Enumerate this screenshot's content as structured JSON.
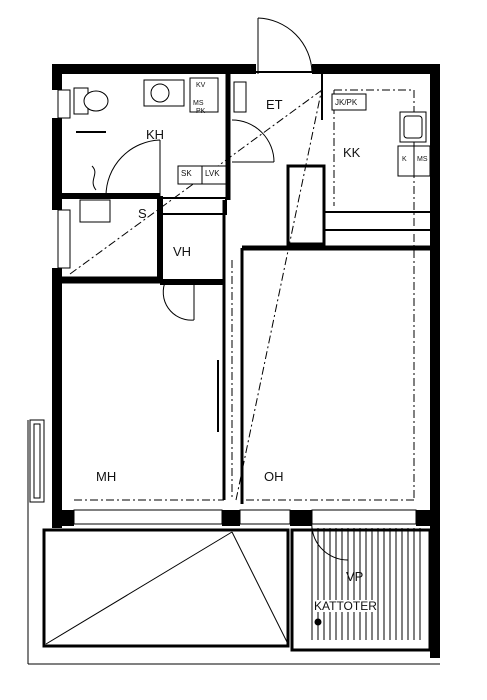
{
  "floorplan": {
    "rooms": {
      "kitchen": "KK",
      "entrance": "ET",
      "bathroom": "KH",
      "sauna": "S",
      "wardrobe": "VH",
      "bedroom": "MH",
      "living_room": "OH",
      "balcony": "VP"
    },
    "labels": {
      "roof_terrace": "KATTOTER",
      "sk": "SK",
      "lvk": "LVK",
      "jk_pk": "JK/PK",
      "kv_bath": "KV",
      "ms": "MS",
      "k": "K",
      "ms_kitchen": "MS",
      "pk": "PK"
    }
  }
}
